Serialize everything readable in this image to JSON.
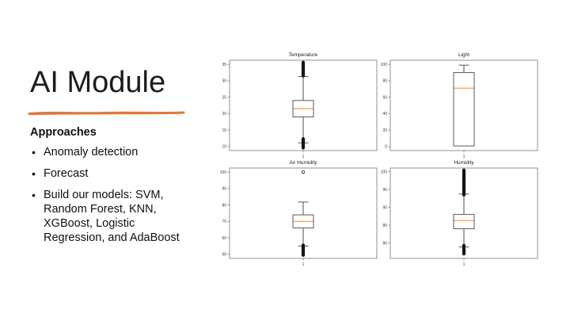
{
  "slide": {
    "title": "AI Module",
    "heading": "Approaches",
    "bullets": [
      "Anomaly detection",
      "Forecast",
      "Build our models: SVM, Random Forest, KNN, XGBoost, Logistic Regression, and AdaBoost"
    ]
  },
  "colors": {
    "accent": "#E0793B",
    "median_line": "#F0A25F",
    "box_edge": "#5a5a5a",
    "whisker": "#909090",
    "flier": "#151515",
    "frame": "#787878",
    "tick_text": "#3a3a3a",
    "title_text": "#222222",
    "background": "#ffffff"
  },
  "chart_data": [
    {
      "type": "boxplot",
      "title": "Temperature",
      "x_tick": "1",
      "ylim": [
        8.75,
        36.25
      ],
      "y_ticks": [
        10,
        15,
        20,
        25,
        30,
        35
      ],
      "q1": 19.0,
      "median": 21.5,
      "q3": 24.0,
      "whisker_low": 11.1,
      "whisker_high": 31.3,
      "flier_clusters": [
        [
          31.5,
          35.6
        ],
        [
          9.6,
          12.3
        ]
      ],
      "flier_points": []
    },
    {
      "type": "boxplot",
      "title": "Light",
      "x_tick": "1",
      "ylim": [
        -5,
        105
      ],
      "y_ticks": [
        0,
        20,
        40,
        60,
        80,
        100
      ],
      "q1": 0.7,
      "median": 71.0,
      "q3": 90.0,
      "whisker_low": 0.7,
      "whisker_high": 99.0,
      "flier_clusters": [],
      "flier_points": []
    },
    {
      "type": "boxplot",
      "title": "Air Humidity",
      "x_tick": "1",
      "ylim": [
        47.5,
        102.5
      ],
      "y_ticks": [
        50,
        60,
        70,
        80,
        90,
        100
      ],
      "q1": 66.0,
      "median": 70.0,
      "q3": 74.0,
      "whisker_low": 55.0,
      "whisker_high": 81.8,
      "flier_clusters": [
        [
          49.5,
          55.5
        ]
      ],
      "flier_points": [
        100
      ]
    },
    {
      "type": "boxplot",
      "title": "Humidity",
      "x_tick": "1",
      "ylim": [
        75.7,
        101.0
      ],
      "y_ticks": [
        80,
        85,
        90,
        95,
        100
      ],
      "q1": 84.0,
      "median": 86.3,
      "q3": 88.0,
      "whisker_low": 78.9,
      "whisker_high": 93.7,
      "flier_clusters": [
        [
          93.5,
          100.4
        ],
        [
          77.0,
          79.3
        ]
      ],
      "flier_points": []
    }
  ]
}
